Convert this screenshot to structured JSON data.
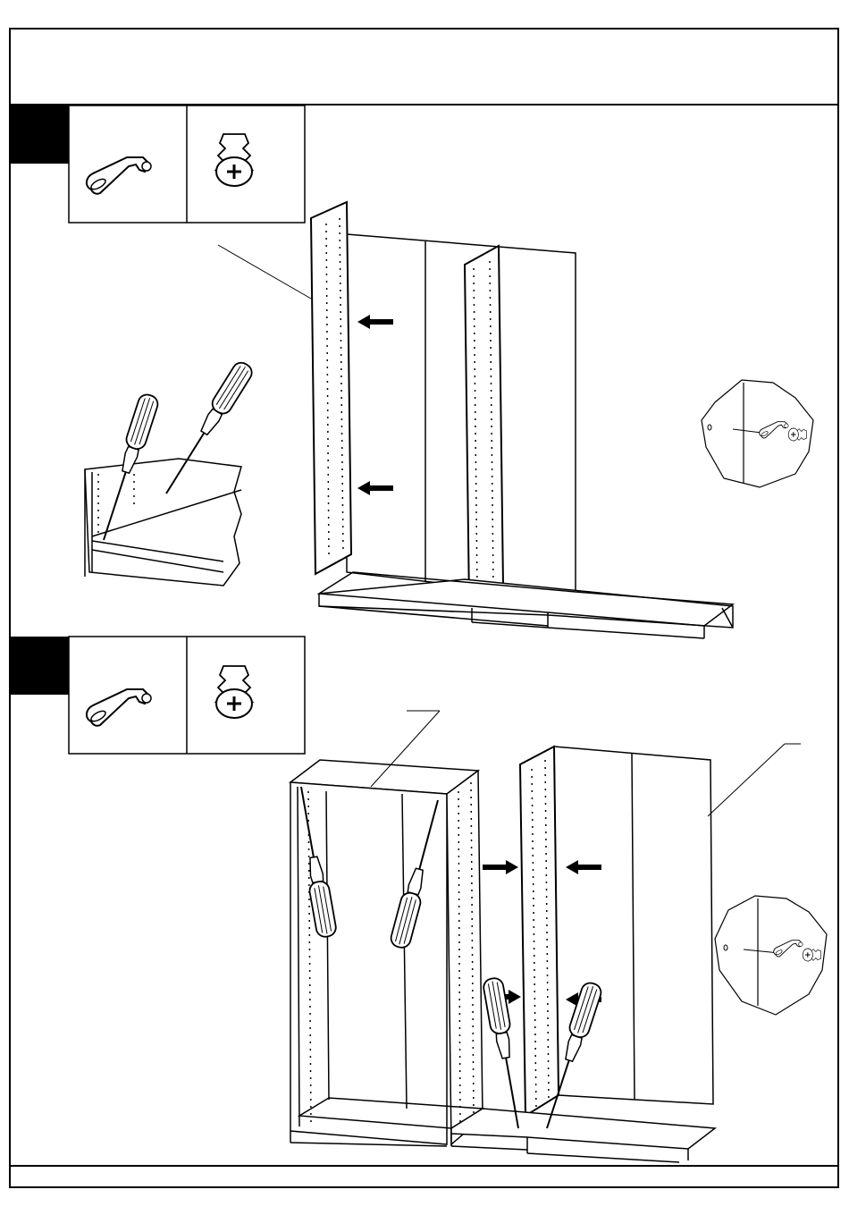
{
  "document": {
    "title_bar_text": "",
    "footer_text": "",
    "steps": [
      {
        "number": "",
        "parts": [
          "cam-lock-bracket",
          "cam-lock-fitting"
        ]
      },
      {
        "number": "",
        "parts": [
          "cam-lock-bracket",
          "cam-lock-fitting"
        ]
      }
    ]
  },
  "icons": {
    "bracket": "cam-lock-bracket-icon",
    "fitting": "cam-lock-fitting-icon",
    "screwdriver": "screwdriver-icon",
    "arrow": "arrow-icon",
    "detail": "detail-magnifier-icon"
  },
  "colors": {
    "ink": "#000000",
    "paper": "#ffffff",
    "step_badge": "#000000"
  }
}
